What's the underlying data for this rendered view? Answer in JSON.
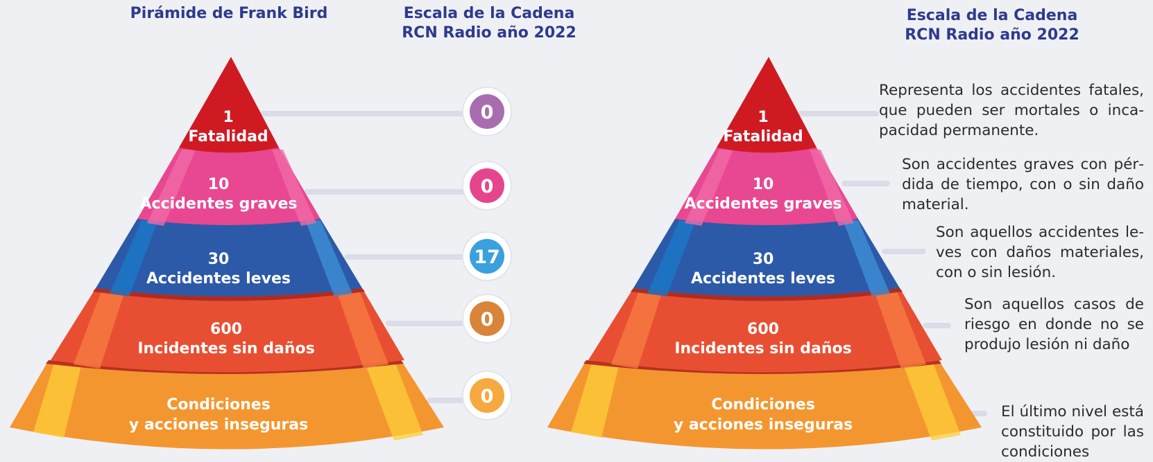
{
  "titles": {
    "left": "Pirámide de Frank Bird",
    "middle_line1": "Escala de la Cadena",
    "middle_line2": "RCN Radio año 2022",
    "right_line1": "Escala de la Cadena",
    "right_line2": "RCN Radio año 2022"
  },
  "levels": [
    {
      "number": "1",
      "label": "Fatalidad",
      "badge": "0",
      "color": "#cf1a22",
      "badge_color": "#a86db0"
    },
    {
      "number": "10",
      "label": "Accidentes graves",
      "badge": "0",
      "color": "#e84891",
      "badge_color": "#e6458e"
    },
    {
      "number": "30",
      "label": "Accidentes leves",
      "badge": "17",
      "color": "#2c5aa8",
      "badge_color": "#3aa0de"
    },
    {
      "number": "600",
      "label": "Incidentes sin daños",
      "badge": "0",
      "color": "#e84f32",
      "badge_color": "#d9843a"
    },
    {
      "number": "Condiciones",
      "label": "y acciones inseguras",
      "badge": "0",
      "color": "#f4962f",
      "badge_color": "#f6a940"
    }
  ],
  "descriptions": [
    "Representa los accidentes fatales, que pueden ser mortales o inca­pacidad permanente.",
    "Son accidentes graves con pér­dida de tiempo, con o sin daño material.",
    "Son aquellos accidentes le­ves con daños materiales, con o sin lesión.",
    "Son aquellos casos de riesgo en donde no se produjo lesión ni daño",
    "El último nivel está constituido por las condicio­nes"
  ]
}
